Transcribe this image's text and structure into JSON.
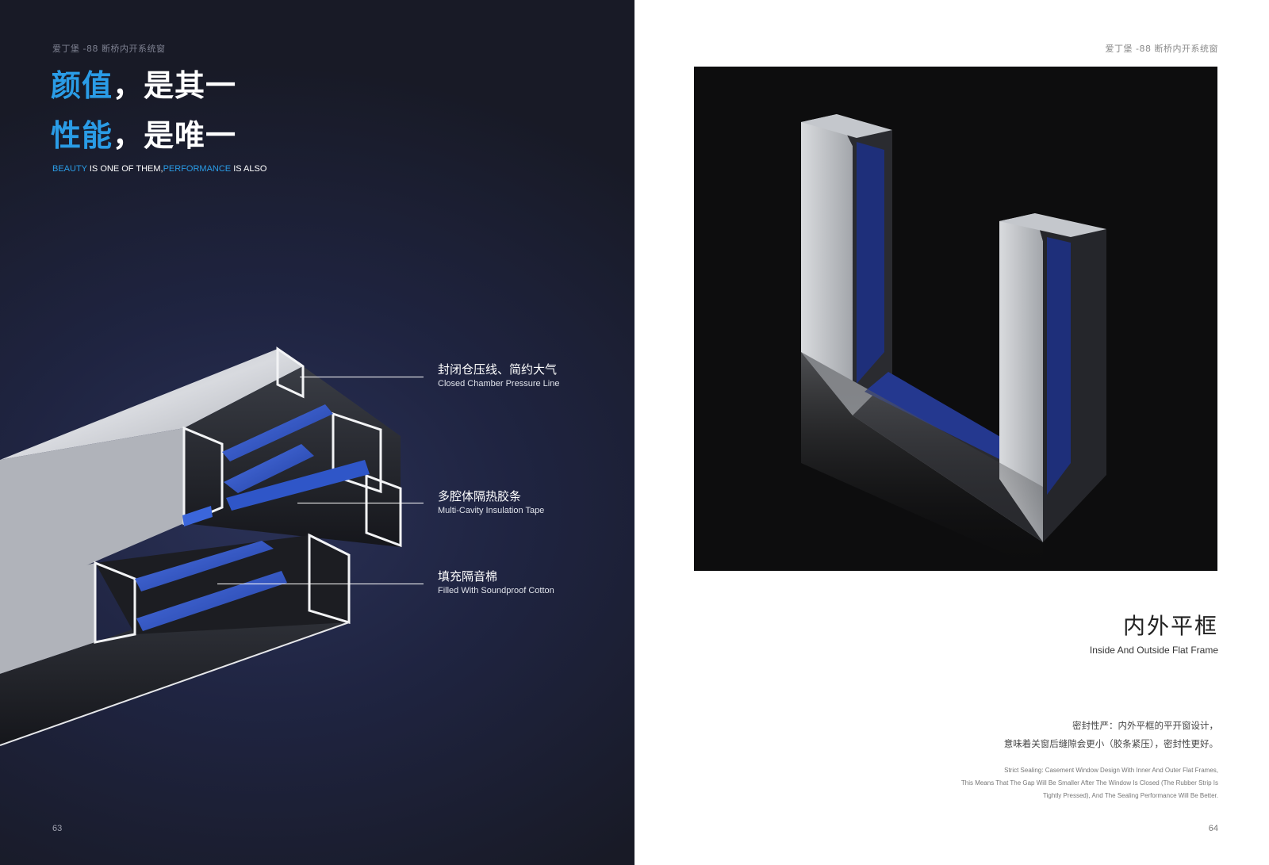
{
  "left_page": {
    "running_head": "爱丁堡 -88 断桥内开系统窗",
    "headline_1": {
      "highlight": "颜值",
      "rest": "，是其一"
    },
    "headline_2": {
      "highlight": "性能",
      "rest": "，是唯一"
    },
    "tagline": {
      "part1": "BEAUTY",
      "part2": " IS ONE OF THEM,",
      "part3": "PERFORMANCE",
      "part4": " IS ALSO"
    },
    "callouts": [
      {
        "cn": "封闭仓压线、简约大气",
        "en": "Closed Chamber Pressure Line"
      },
      {
        "cn": "多腔体隔热胶条",
        "en": "Multi-Cavity Insulation Tape"
      },
      {
        "cn": "填充隔音棉",
        "en": "Filled With Soundproof Cotton"
      }
    ],
    "page_number": "63"
  },
  "right_page": {
    "running_head": "爱丁堡 -88 断桥内开系统窗",
    "feature_title": "内外平框",
    "feature_subtitle": "Inside And Outside Flat Frame",
    "description_cn": [
      "密封性严：内外平框的平开窗设计，",
      "意味着关窗后缝隙会更小（胶条紧压），密封性更好。"
    ],
    "description_en": [
      "Strict Sealing: Casement Window Design With Inner And Outer Flat Frames,",
      "This Means That The Gap Will Be Smaller After The Window Is Closed (The Rubber Strip Is",
      "Tightly Pressed), And The Sealing Performance Will Be Better."
    ],
    "page_number": "64"
  },
  "colors": {
    "accent_blue": "#2a9ce6",
    "dark_background": "#1f2441",
    "gasket_blue": "#2f56c8",
    "aluminium": "#c9ccd2"
  }
}
